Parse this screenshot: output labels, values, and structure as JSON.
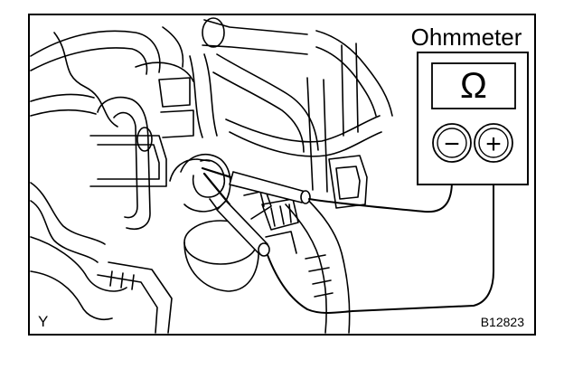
{
  "meter": {
    "title": "Ohmmeter",
    "display_symbol": "Ω",
    "negative_terminal_symbol": "−",
    "positive_terminal_symbol": "+"
  },
  "view_letter": "Y",
  "figure_code": "B12823",
  "colors": {
    "ink": "#000000",
    "paper": "#ffffff"
  }
}
